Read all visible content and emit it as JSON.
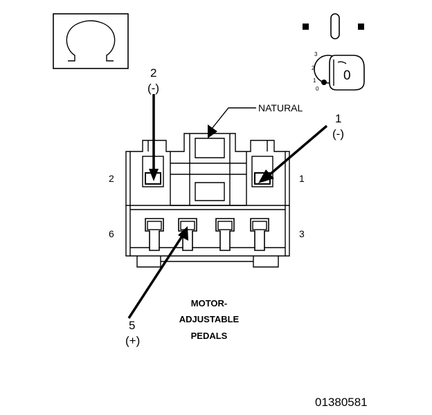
{
  "labels": {
    "callout_natural": "NATURAL",
    "pin2_number": "2",
    "pin2_polarity": "(-)",
    "pin1_number": "1",
    "pin1_polarity": "(-)",
    "pin5_number": "5",
    "pin5_polarity": "(+)",
    "cavity_2": "2",
    "cavity_1": "1",
    "cavity_6": "6",
    "cavity_3": "3",
    "caption_line1": "MOTOR-",
    "caption_line2": "ADJUSTABLE",
    "caption_line3": "PEDALS",
    "figure_id": "01380581"
  },
  "ohmmeter_symbol": "Ω",
  "ignition": {
    "positions": [
      "3",
      "2",
      "1",
      "0"
    ],
    "key_label": "0"
  },
  "icons": [
    "ohm-symbol-icon",
    "ignition-off-icon",
    "key-icon",
    "connector-icon"
  ]
}
